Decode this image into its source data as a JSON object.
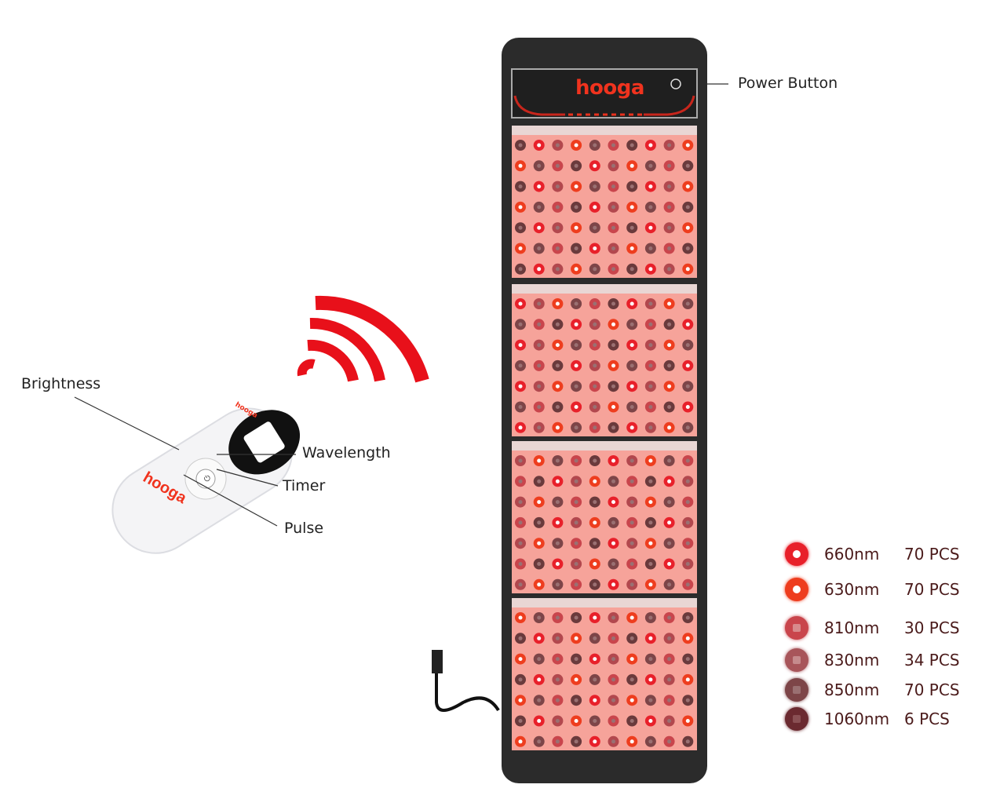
{
  "panel": {
    "brand": "hooga",
    "power_button_label": "Power Button",
    "sections": 4,
    "rows_per_section": 7,
    "cols": 10
  },
  "remote": {
    "brand": "hooga",
    "screen_brand": "hooga",
    "labels": {
      "brightness": "Brightness",
      "wavelength": "Wavelength",
      "timer": "Timer",
      "pulse": "Pulse"
    }
  },
  "legend": [
    {
      "wavelength": "660nm",
      "count": "70  PCS",
      "color": "#e8202a",
      "inner": "#fff"
    },
    {
      "wavelength": "630nm",
      "count": "70  PCS",
      "color": "#ee3d1e",
      "inner": "#fff"
    },
    {
      "wavelength": "810nm",
      "count": "30  PCS",
      "color": "#c9454c",
      "inner": "#d88a8c"
    },
    {
      "wavelength": "830nm",
      "count": "34  PCS",
      "color": "#a8555a",
      "inner": "#c68b8d"
    },
    {
      "wavelength": "850nm",
      "count": "70  PCS",
      "color": "#7d4548",
      "inner": "#9a7072"
    },
    {
      "wavelength": "1060nm",
      "count": "6  PCS",
      "color": "#6b2a30",
      "inner": "#8a5054"
    }
  ],
  "colors": {
    "accent": "#f0331e",
    "panel_body": "#2b2b2b",
    "panel_glow": "#f6a39a"
  }
}
